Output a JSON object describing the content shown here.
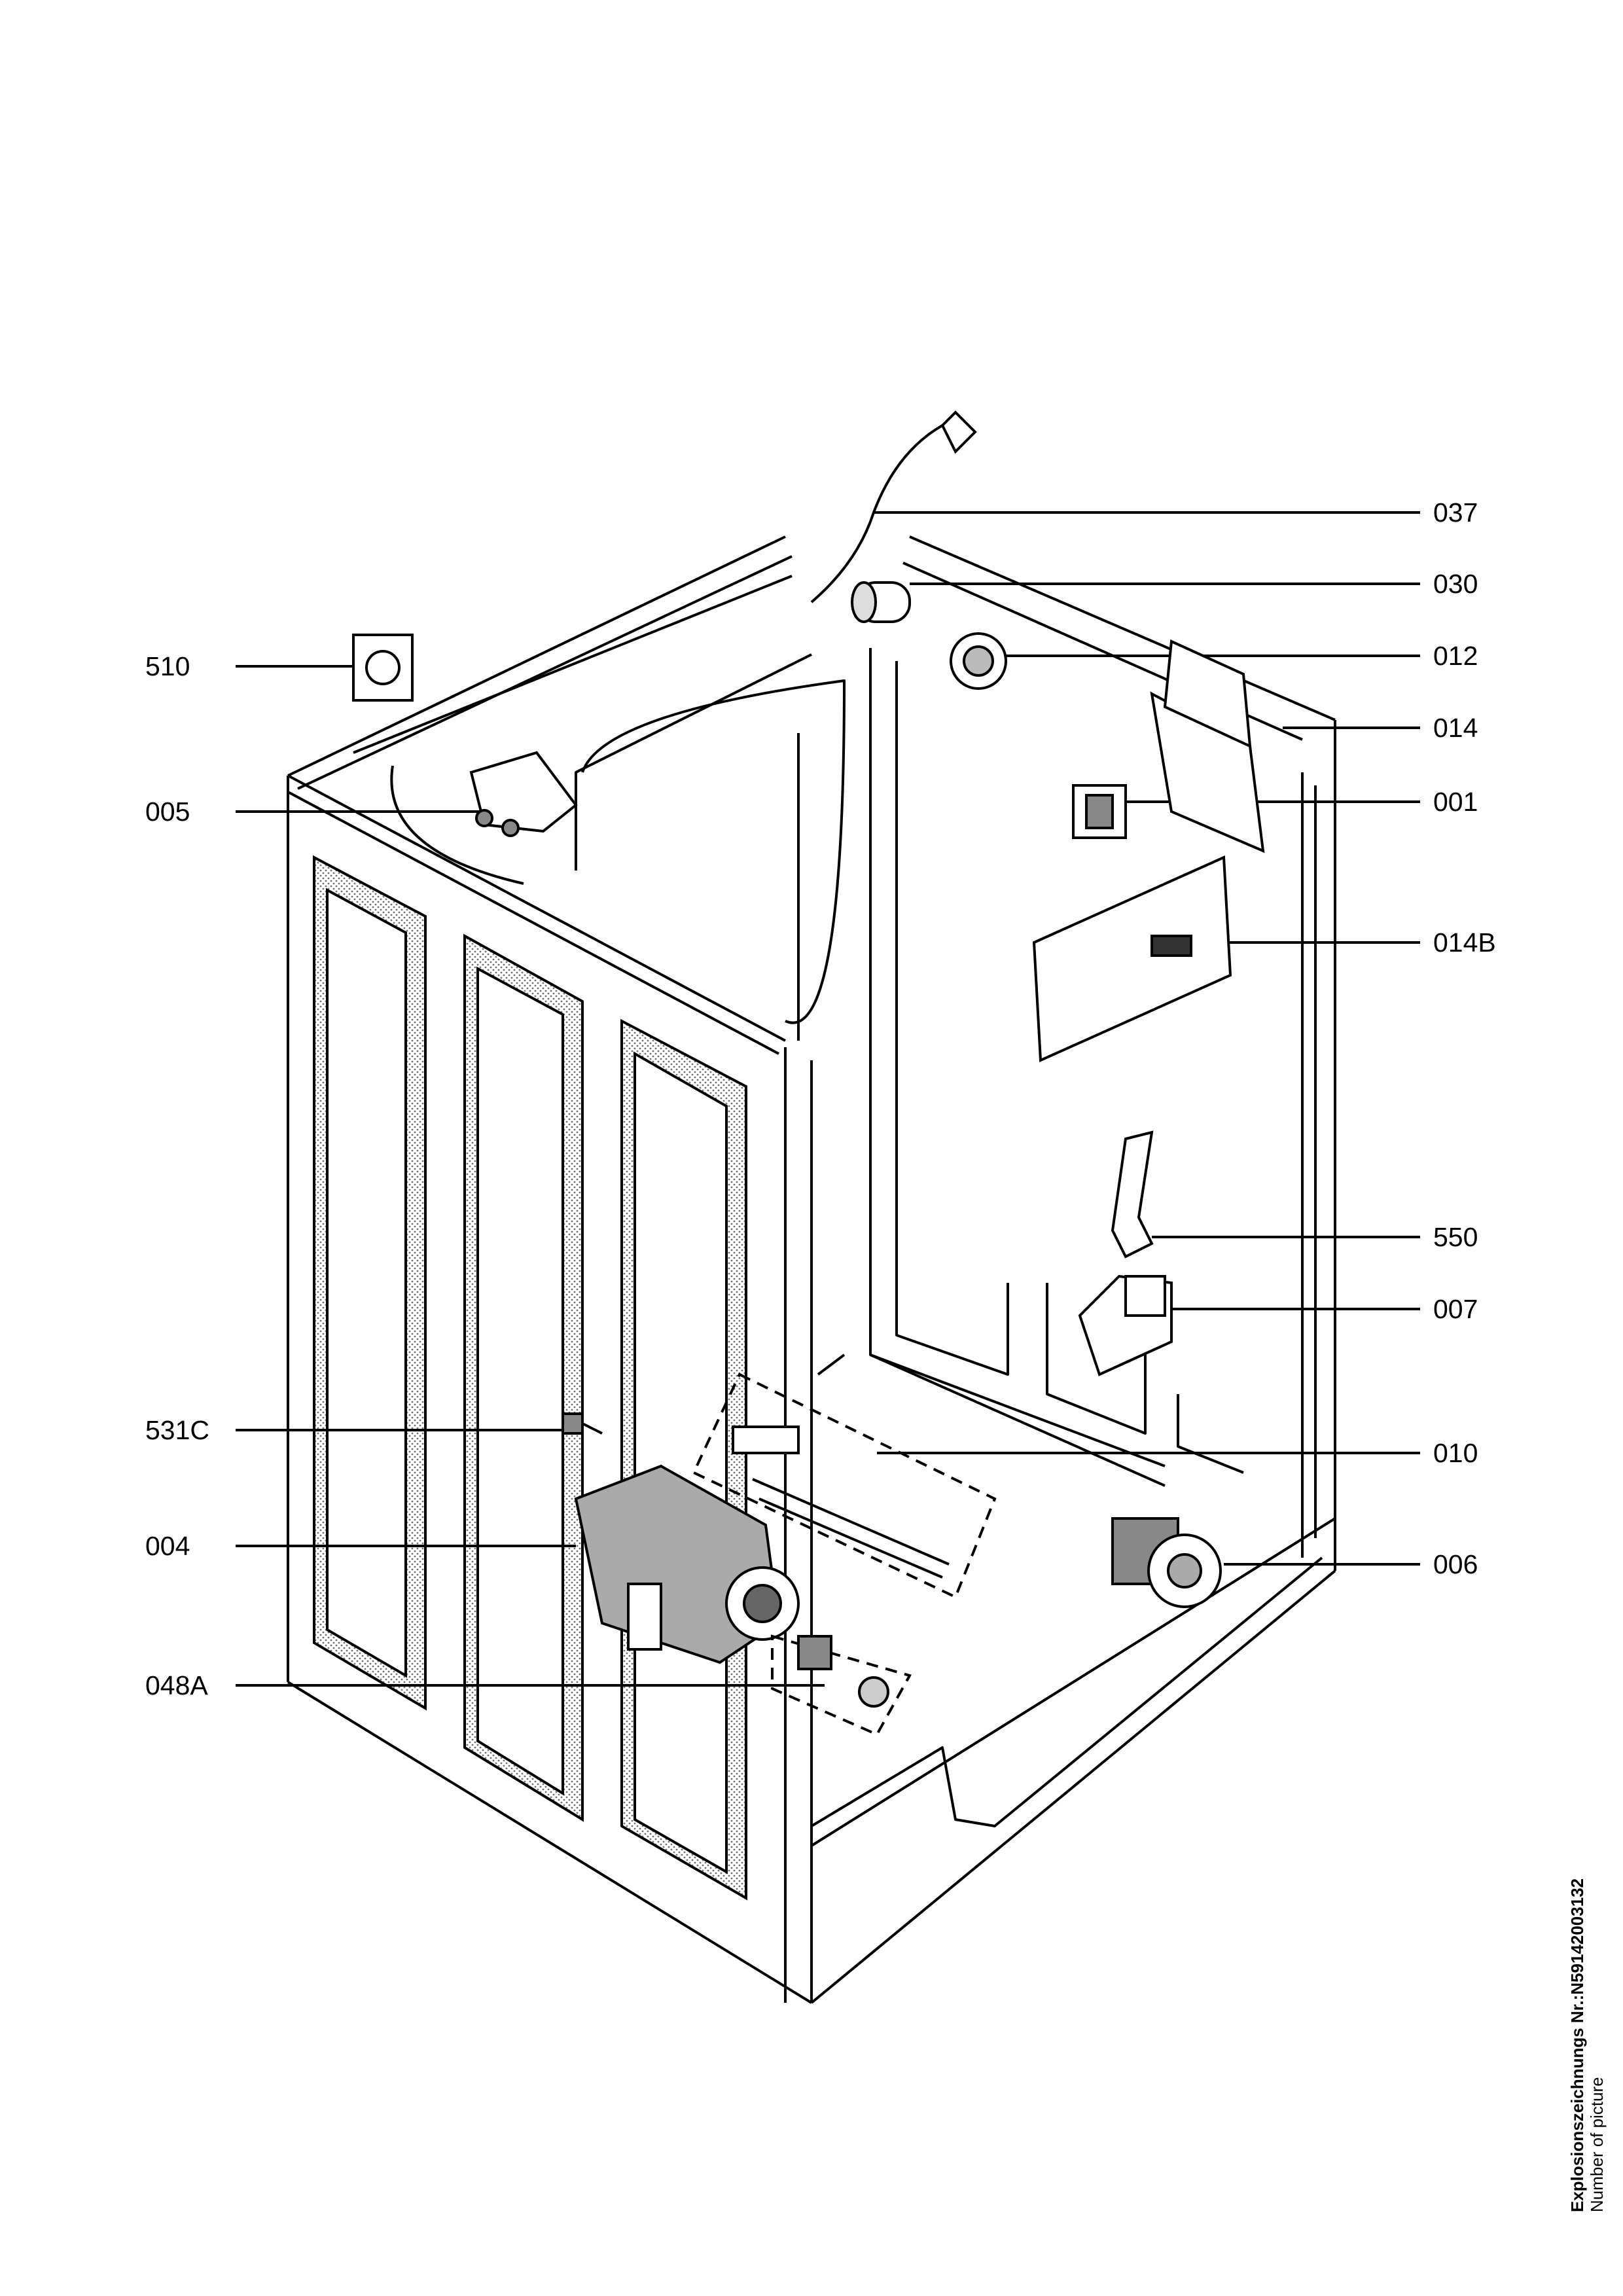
{
  "callouts": [
    {
      "id": "037",
      "label": "037"
    },
    {
      "id": "030",
      "label": "030"
    },
    {
      "id": "012",
      "label": "012"
    },
    {
      "id": "014",
      "label": "014"
    },
    {
      "id": "001",
      "label": "001"
    },
    {
      "id": "014B",
      "label": "014B"
    },
    {
      "id": "550",
      "label": "550"
    },
    {
      "id": "007",
      "label": "007"
    },
    {
      "id": "010",
      "label": "010"
    },
    {
      "id": "006",
      "label": "006"
    },
    {
      "id": "510",
      "label": "510"
    },
    {
      "id": "005",
      "label": "005"
    },
    {
      "id": "531C",
      "label": "531C"
    },
    {
      "id": "004",
      "label": "004"
    },
    {
      "id": "048A",
      "label": "048A"
    }
  ],
  "footer": {
    "title": "Explosionszeichnungs Nr.:N59142003132",
    "subtitle": "Number of picture"
  }
}
